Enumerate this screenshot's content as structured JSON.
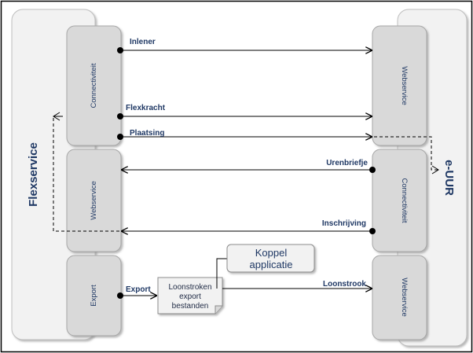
{
  "groups": {
    "left": "Flexservice",
    "right": "e-UUR"
  },
  "left_blocks": {
    "connectiviteit": "Connectiviteit",
    "webservice": "Webservice",
    "export": "Export"
  },
  "right_blocks": {
    "webservice_top": "Webservice",
    "connectiviteit": "Connectiviteit",
    "webservice_bottom": "Webservice"
  },
  "flows": {
    "inlener": "Inlener",
    "flexkracht": "Flexkracht",
    "plaatsing": "Plaatsing",
    "urenbriefje": "Urenbriefje",
    "inschrijving": "Inschrijving",
    "export": "Export",
    "loonstrook": "Loonstrook"
  },
  "document": {
    "line1": "Loonstroken",
    "line2": "export",
    "line3": "bestanden"
  },
  "koppel": {
    "line1": "Koppel",
    "line2": "applicatie"
  },
  "colors": {
    "panel": "#f2f2f2",
    "block": "#d9d9d9",
    "text": "#1f3864",
    "line": "#000000"
  }
}
